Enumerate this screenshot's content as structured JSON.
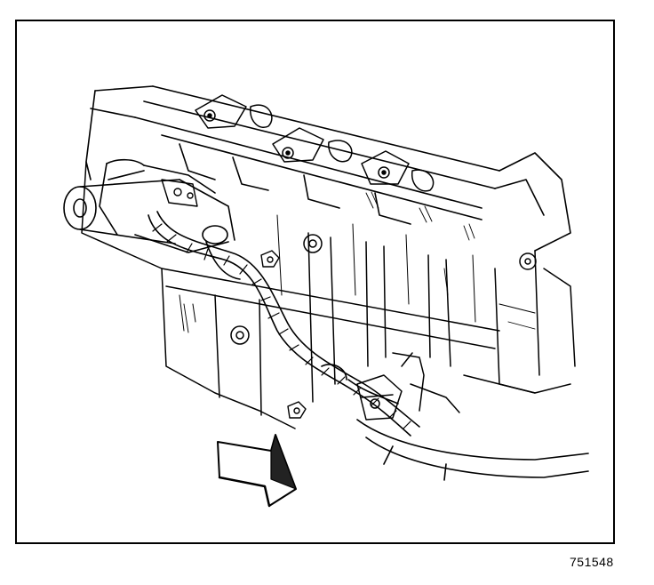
{
  "figure": {
    "number": "751548",
    "subject": "engine-starter-and-wiring-harness",
    "direction_arrow": "front-of-vehicle-arrow"
  },
  "colors": {
    "ink": "#000000",
    "paper": "#ffffff"
  }
}
